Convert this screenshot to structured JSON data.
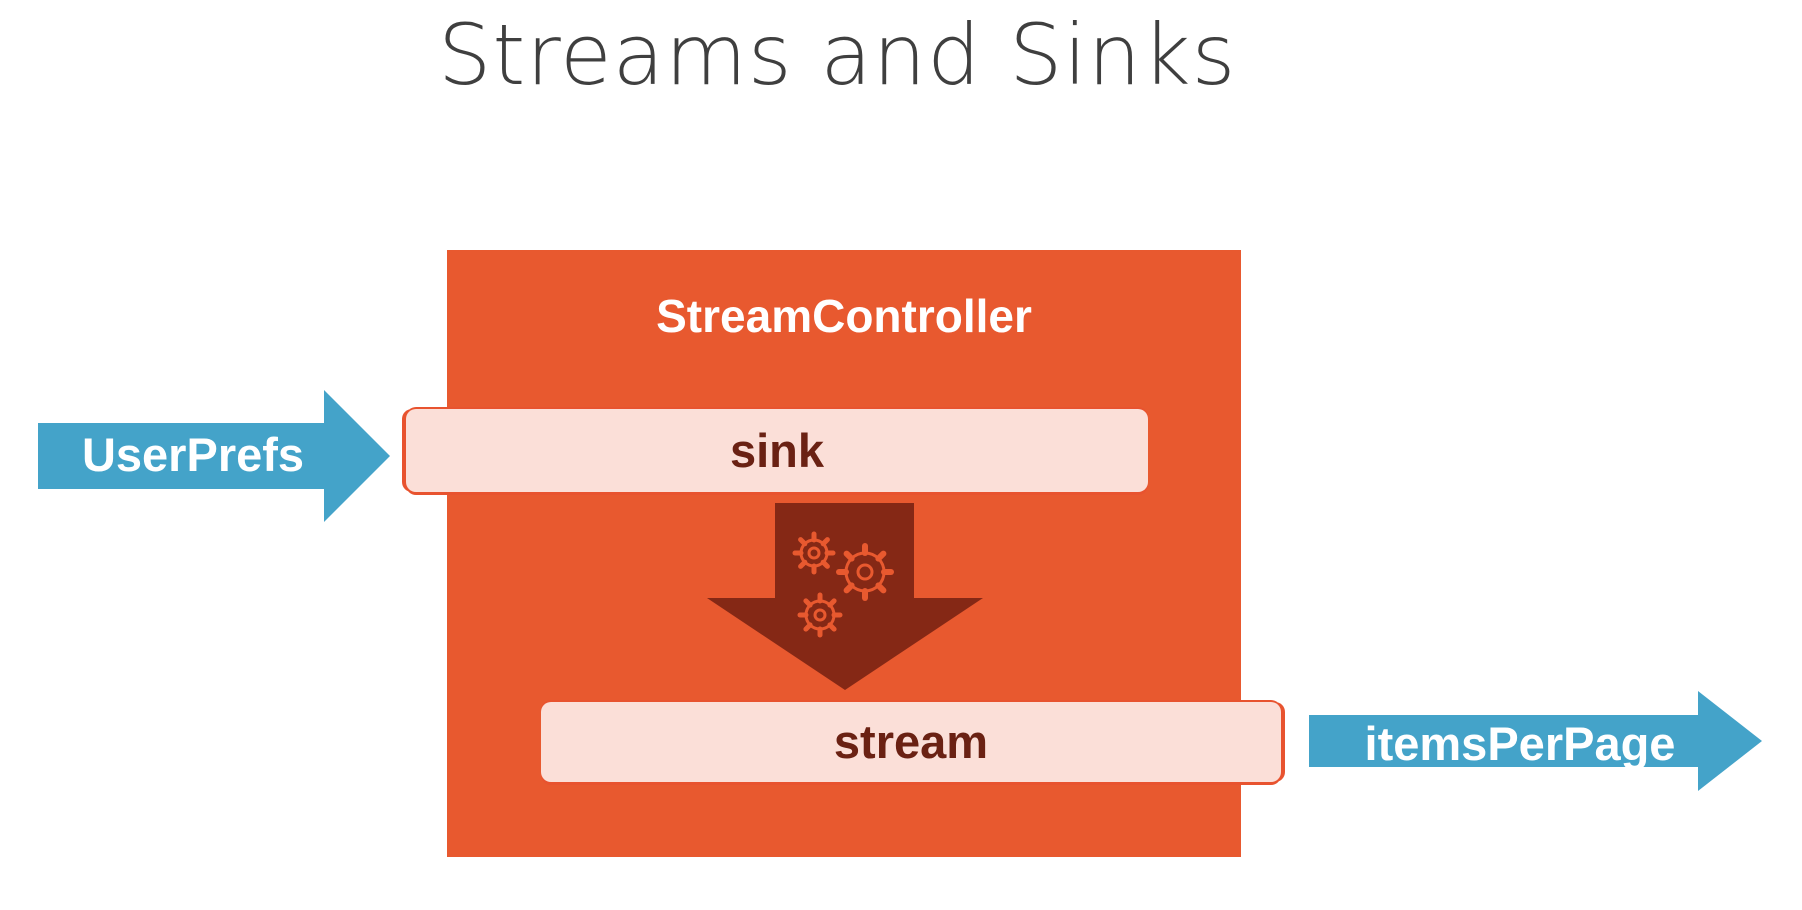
{
  "title": "Streams and Sinks",
  "controller": {
    "label": "StreamController",
    "sink_label": "sink",
    "stream_label": "stream"
  },
  "input_arrow": {
    "label": "UserPrefs"
  },
  "output_arrow": {
    "label": "itemsPerPage"
  },
  "colors": {
    "controller": "#e8592f",
    "pill": "#fbdfd8",
    "pill_text": "#6a2113",
    "process_arrow": "#852815",
    "gear": "#e8592f",
    "flow_arrow": "#44a3c9",
    "title_text": "#3f3f3f"
  },
  "icons": [
    "gears-icon"
  ]
}
